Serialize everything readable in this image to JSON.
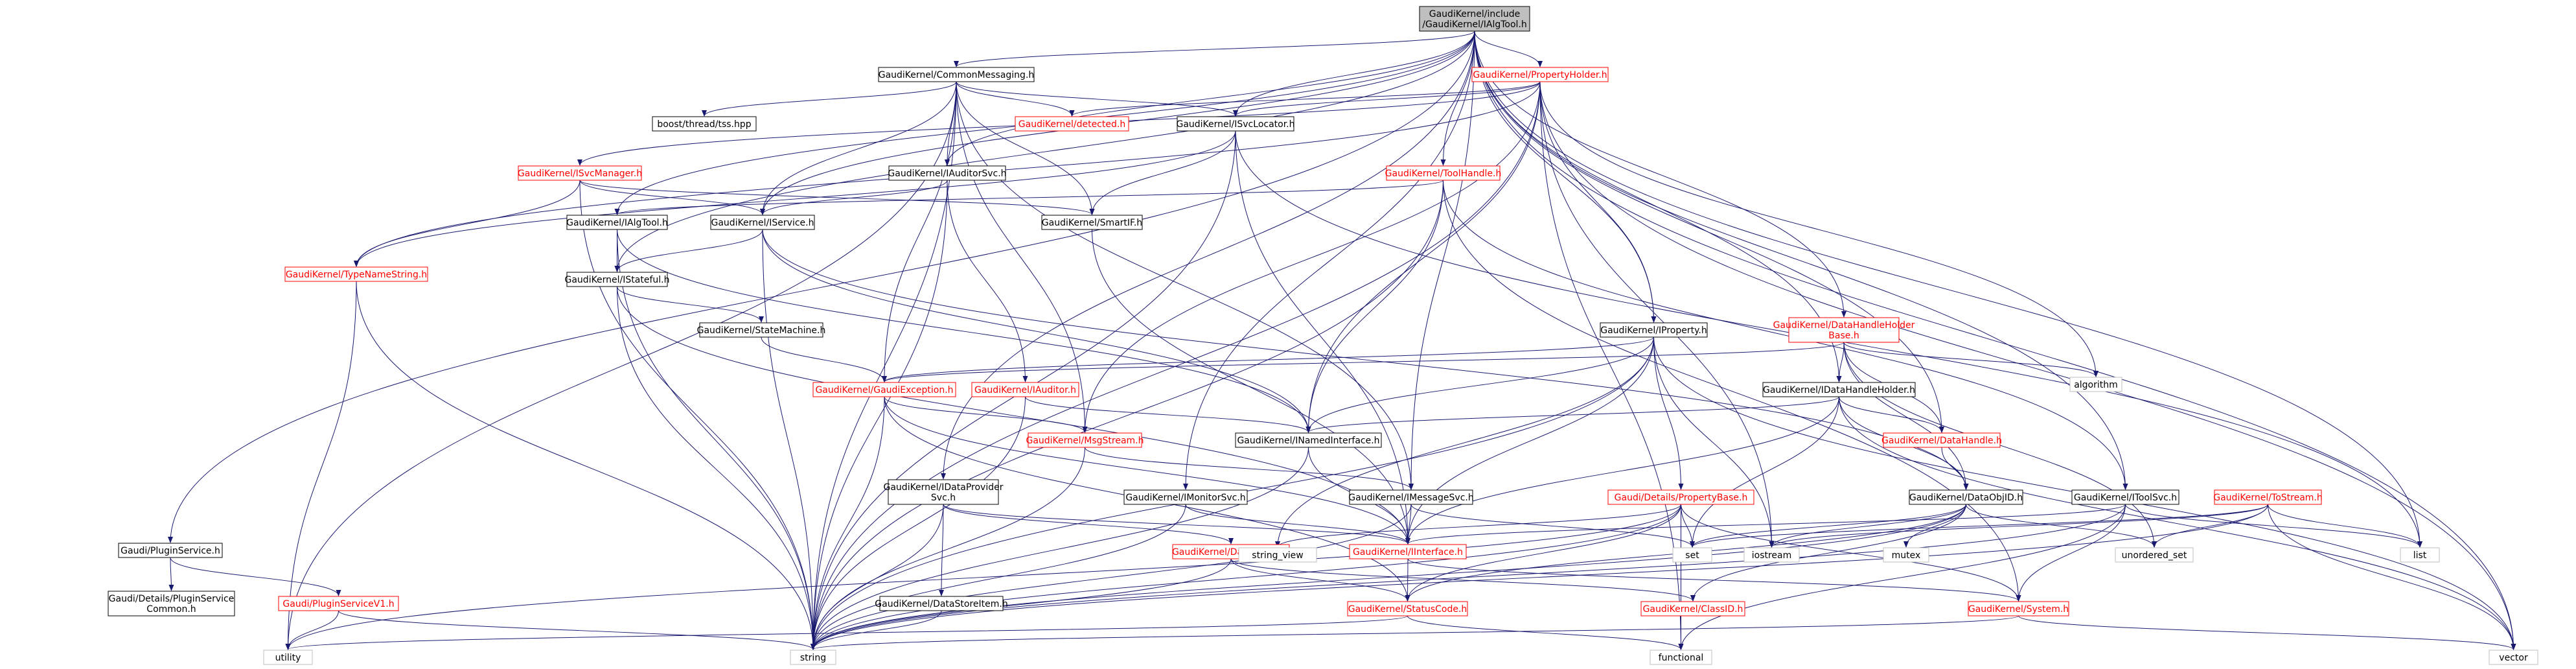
{
  "graph": {
    "colors": {
      "edge": "#191970",
      "root_fill": "#bfbfbf",
      "root_stroke": "#000000",
      "default_stroke": "#000000",
      "red_stroke": "#ff0000",
      "leaf_stroke": "#bfbfbf",
      "text_default": "#000000",
      "text_red": "#ff0000"
    },
    "nodes": {
      "root": {
        "lines": [
          "GaudiKernel/include",
          "/GaudiKernel/IAlgTool.h"
        ]
      },
      "commonmsg": {
        "lines": [
          "GaudiKernel/CommonMessaging.h"
        ]
      },
      "propholder": {
        "lines": [
          "GaudiKernel/PropertyHolder.h"
        ]
      },
      "boostthread": {
        "lines": [
          "boost/thread/tss.hpp"
        ]
      },
      "detected": {
        "lines": [
          "GaudiKernel/detected.h"
        ]
      },
      "isvclocator": {
        "lines": [
          "GaudiKernel/ISvcLocator.h"
        ]
      },
      "isvcmanager": {
        "lines": [
          "GaudiKernel/ISvcManager.h"
        ]
      },
      "iauditorsvc": {
        "lines": [
          "GaudiKernel/IAuditorSvc.h"
        ]
      },
      "toolhandle": {
        "lines": [
          "GaudiKernel/ToolHandle.h"
        ]
      },
      "ialgtool": {
        "lines": [
          "GaudiKernel/IAlgTool.h"
        ]
      },
      "iservice": {
        "lines": [
          "GaudiKernel/IService.h"
        ]
      },
      "smartif": {
        "lines": [
          "GaudiKernel/SmartIF.h"
        ]
      },
      "typenamestring": {
        "lines": [
          "GaudiKernel/TypeNameString.h"
        ]
      },
      "istateful": {
        "lines": [
          "GaudiKernel/IStateful.h"
        ]
      },
      "statemachine": {
        "lines": [
          "GaudiKernel/StateMachine.h"
        ]
      },
      "gaudiexception": {
        "lines": [
          "GaudiKernel/GaudiException.h"
        ]
      },
      "iauditor": {
        "lines": [
          "GaudiKernel/IAuditor.h"
        ]
      },
      "iproperty": {
        "lines": [
          "GaudiKernel/IProperty.h"
        ]
      },
      "dhholderbase": {
        "lines": [
          "GaudiKernel/DataHandleHolder",
          "Base.h"
        ]
      },
      "algorithm": {
        "lines": [
          "algorithm"
        ]
      },
      "idhholder": {
        "lines": [
          "GaudiKernel/IDataHandleHolder.h"
        ]
      },
      "msgstream": {
        "lines": [
          "GaudiKernel/MsgStream.h"
        ]
      },
      "inamedinterface": {
        "lines": [
          "GaudiKernel/INamedInterface.h"
        ]
      },
      "datahandle": {
        "lines": [
          "GaudiKernel/DataHandle.h"
        ]
      },
      "idataprovider": {
        "lines": [
          "GaudiKernel/IDataProvider",
          "Svc.h"
        ]
      },
      "imonitorsvc": {
        "lines": [
          "GaudiKernel/IMonitorSvc.h"
        ]
      },
      "imessagesvc": {
        "lines": [
          "GaudiKernel/IMessageSvc.h"
        ]
      },
      "propbase": {
        "lines": [
          "Gaudi/Details/PropertyBase.h"
        ]
      },
      "dataobjid": {
        "lines": [
          "GaudiKernel/DataObjID.h"
        ]
      },
      "itoolsvc": {
        "lines": [
          "GaudiKernel/IToolSvc.h"
        ]
      },
      "tostream": {
        "lines": [
          "GaudiKernel/ToStream.h"
        ]
      },
      "pluginservice": {
        "lines": [
          "Gaudi/PluginService.h"
        ]
      },
      "dataobject": {
        "lines": [
          "GaudiKernel/DataObject.h"
        ]
      },
      "string_view": {
        "lines": [
          "string_view"
        ]
      },
      "iinterface": {
        "lines": [
          "GaudiKernel/IInterface.h"
        ]
      },
      "set": {
        "lines": [
          "set"
        ]
      },
      "iostream": {
        "lines": [
          "iostream"
        ]
      },
      "mutex": {
        "lines": [
          "mutex"
        ]
      },
      "unordered_set": {
        "lines": [
          "unordered_set"
        ]
      },
      "list": {
        "lines": [
          "list"
        ]
      },
      "psc": {
        "lines": [
          "Gaudi/Details/PluginService",
          "Common.h"
        ]
      },
      "psv1": {
        "lines": [
          "Gaudi/PluginServiceV1.h"
        ]
      },
      "datastoreitem": {
        "lines": [
          "GaudiKernel/DataStoreItem.h"
        ]
      },
      "statuscode": {
        "lines": [
          "GaudiKernel/StatusCode.h"
        ]
      },
      "classid": {
        "lines": [
          "GaudiKernel/ClassID.h"
        ]
      },
      "system": {
        "lines": [
          "GaudiKernel/System.h"
        ]
      },
      "utility": {
        "lines": [
          "utility"
        ]
      },
      "string": {
        "lines": [
          "string"
        ]
      },
      "functional": {
        "lines": [
          "functional"
        ]
      },
      "vector": {
        "lines": [
          "vector"
        ]
      }
    }
  }
}
